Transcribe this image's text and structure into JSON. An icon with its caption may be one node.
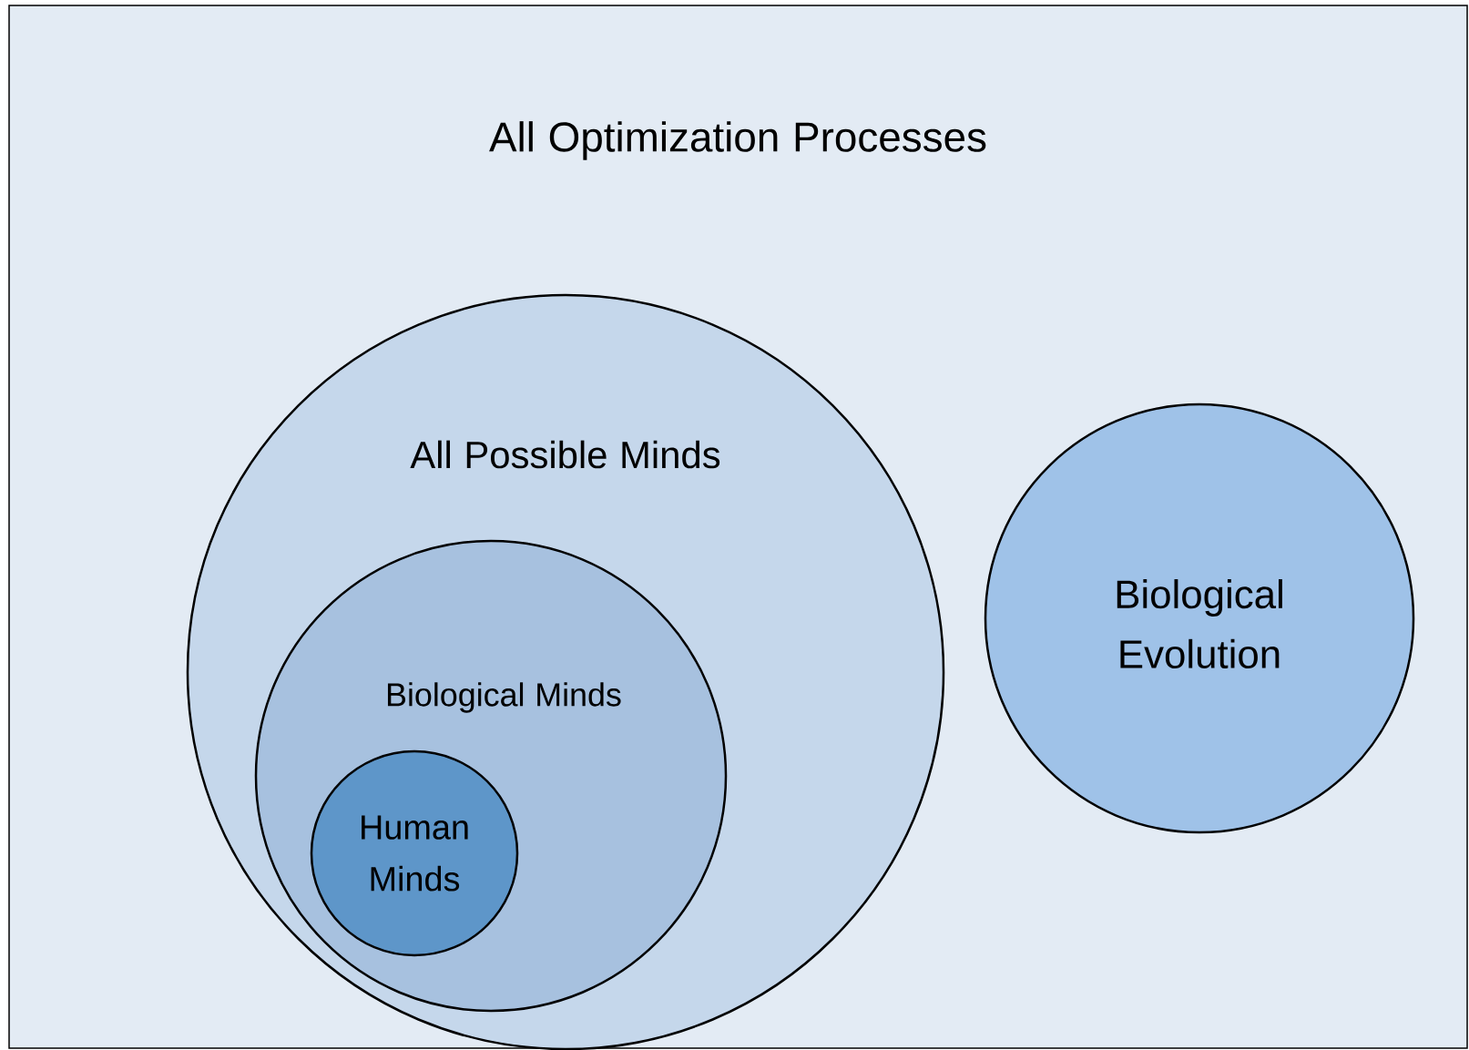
{
  "diagram": {
    "nodes": [
      {
        "text": [
          "All Optimization Processes"
        ]
      },
      {
        "text": [
          "All Possible Minds"
        ],
        "in": 0
      },
      {
        "text": [
          "Biological Minds"
        ],
        "in": 1
      },
      {
        "text": [
          "Human Minds"
        ],
        "in": 2
      },
      {
        "text": [
          "Biological Evolution"
        ],
        "in": 0
      }
    ],
    "edges": []
  }
}
